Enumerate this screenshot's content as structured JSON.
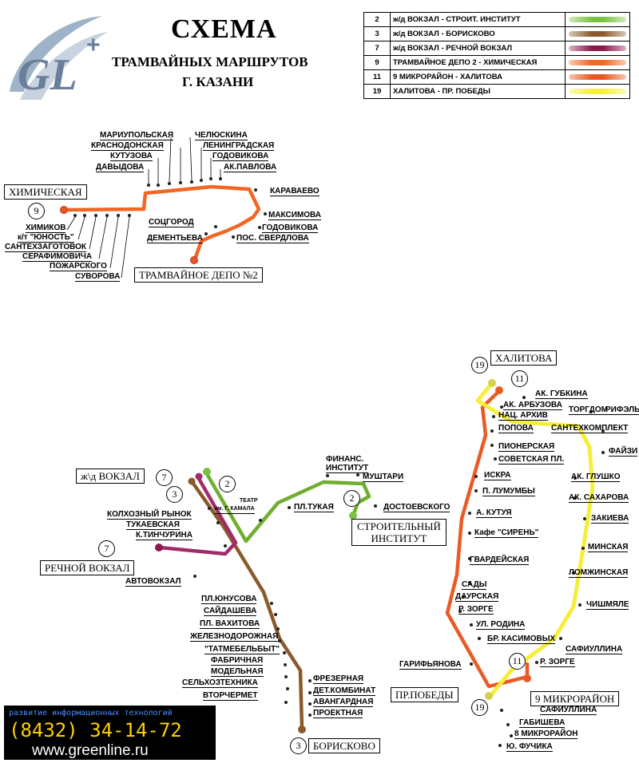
{
  "header": {
    "title": "СХЕМА",
    "subtitle_line1": "ТРАМВАЙНЫХ МАРШРУТОВ",
    "subtitle_line2": "Г. КАЗАНИ",
    "logo_text": "GL",
    "logo_plus": "+"
  },
  "legend": [
    {
      "num": "2",
      "route": "ж/д ВОКЗАЛ - СТРОИТ. ИНСТИТУТ",
      "color": "#7ac143"
    },
    {
      "num": "3",
      "route": "ж/д ВОКЗАЛ - БОРИСКОВО",
      "color": "#8b5a2b"
    },
    {
      "num": "7",
      "route": "ж/д ВОКЗАЛ - РЕЧНОЙ ВОКЗАЛ",
      "color": "#8b1a4a"
    },
    {
      "num": "9",
      "route": "ТРАМВАЙНОЕ ДЕПО 2 - ХИМИЧЕСКАЯ",
      "color": "#f26522"
    },
    {
      "num": "11",
      "route": "9 МИКРОРАЙОН - ХАЛИТОВА",
      "color": "#e8571f"
    },
    {
      "num": "19",
      "route": "ХАЛИТОВА - ПР. ПОБЕДЫ",
      "color": "#f5ee3a"
    }
  ],
  "terminals": {
    "khimicheskaya": "ХИМИЧЕСКАЯ",
    "depo": "ТРАМВАЙНОЕ ДЕПО №2",
    "vokzal": "ж\\д ВОКЗАЛ",
    "rechnoy": "РЕЧНОЙ ВОКЗАЛ",
    "stroit_1": "СТРОИТЕЛЬНЫЙ",
    "stroit_2": "ИНСТИТУТ",
    "boriskovo": "БОРИСКОВО",
    "khalitova": "ХАЛИТОВА",
    "pr_pobedy": "ПР.ПОБЕДЫ",
    "mikro9": "9 МИКРОРАЙОН"
  },
  "route_numbers": {
    "r9": "9",
    "r7a": "7",
    "r3": "3",
    "r2a": "2",
    "r7b": "7",
    "r2b": "2",
    "r3b": "3",
    "r19a": "19",
    "r11a": "11",
    "r11b": "11",
    "r19b": "19"
  },
  "stops_route9": {
    "mariupolskaya": "МАРИУПОЛЬСКАЯ",
    "chelyuskina": "ЧЕЛЮСКИНА",
    "krasnodonskaya": "КРАСНОДОНСКАЯ",
    "leningradskaya": "ЛЕНИНГРАДСКАЯ",
    "kutuzova": "КУТУЗОВА",
    "godovikova_top": "ГОДОВИКОВА",
    "davydova": "ДАВЫДОВА",
    "ak_pavlova": "АК.ПАВЛОВА",
    "karavaevo": "КАРАВАЕВО",
    "maksimova": "МАКСИМОВА",
    "sotsgorod": "СОЦГОРОД",
    "godovikova_bot": "ГОДОВИКОВА",
    "dementyeva": "ДЕМЕНТЬЕВА",
    "pos_sverdlova": "ПОС. СВЕРДЛОВА",
    "khimikov": "ХИМИКОВ",
    "kt_yunost": "к/т \"ЮНОСТЬ\"",
    "santekhzagotovok": "САНТЕХЗАГОТОВОК",
    "serafimovicha": "СЕРАФИМОВИЧА",
    "pozharskogo": "ПОЖАРСКОГО",
    "suvorova": "СУВОРОВА"
  },
  "stops_center": {
    "finans_1": "ФИНАНС.",
    "finans_2": "ИНСТИТУТ",
    "mushtari": "МУШТАРИ",
    "teatr_1": "ТЕАТР",
    "teatr_2": "им. Г. КАМАЛА",
    "pl_tukaya": "ПЛ.ТУКАЯ",
    "dostoevskogo": "ДОСТОЕВСКОГО",
    "kolkhozny": "КОЛХОЗНЫЙ РЫНОК",
    "tukaevskaya": "ТУКАЕВСКАЯ",
    "k_tinchurina": "К.ТИНЧУРИНА",
    "avtovokzal": "АВТОВОКЗАЛ"
  },
  "stops_route3": {
    "yunusova": "ПЛ.ЮНУСОВА",
    "saydasheva": "САЙДАШЕВА",
    "vakhitova": "ПЛ. ВАХИТОВА",
    "zheleznodorozhnaya": "ЖЕЛЕЗНОДОРОЖНАЯ",
    "tatmebelbyt": "\"ТАТМЕБЕЛЬБЫТ\"",
    "fabrichnaya": "ФАБРИЧНАЯ",
    "modelnaya": "МОДЕЛЬНАЯ",
    "selkhoztekhnika": "СЕЛЬХОЗТЕХНИКА",
    "vtorchermet": "ВТОРЧЕРМЕТ",
    "frezernaya": "ФРЕЗЕРНАЯ",
    "det_kombinat": "ДЕТ.КОМБИНАТ",
    "avangardnaya": "АВАНГАРДНАЯ",
    "proektnaya": "ПРОЕКТНАЯ"
  },
  "stops_east": {
    "ak_gubkina": "АК. ГУБКИНА",
    "ak_arbuzova": "АК. АРБУЗОВА",
    "torgdom": "ТОРГДОМ",
    "rifel": "РИФЭЛЬ",
    "nats_arkhiv": "НАЦ. АРХИВ",
    "popova": "ПОПОВА",
    "santekhkomplekt": "САНТЕХКОМПЛЕКТ",
    "pionerskaya": "ПИОНЕРСКАЯ",
    "sovetskaya": "СОВЕТСКАЯ ПЛ.",
    "fayzi": "ФАЙЗИ",
    "iskra": "ИСКРА",
    "ak_glushko": "АК. ГЛУШКО",
    "lumumby": "П. ЛУМУМБЫ",
    "ak_sakharova": "АК. САХАРОВА",
    "a_kutuya": "А. КУТУЯ",
    "zakieva": "ЗАКИЕВА",
    "kafe_siren": "Кафе \"СИРЕНЬ\"",
    "minskaya": "МИНСКАЯ",
    "gvardeyskaya": "ГВАРДЕЙСКАЯ",
    "lomzhinskaya": "ЛОМЖИНСКАЯ",
    "sady": "САДЫ",
    "daurskaya": "ДАУРСКАЯ",
    "chishmyale": "ЧИШМЯЛЕ",
    "r_zorge_1": "Р. ЗОРГЕ",
    "ul_rodina": "УЛ. РОДИНА",
    "br_kasimovykh": "БР. КАСИМОВЫХ",
    "safiullina_1": "САФИУЛЛИНА",
    "garifyanova": "ГАРИФЬЯНОВА",
    "r_zorge_2": "Р. ЗОРГЕ",
    "safiullina_2": "САФИУЛЛИНА",
    "gabisheva": "ГАБИШЕВА",
    "mikro8": "8 МИКРОРАЙОН",
    "yu_fuchika": "Ю. ФУЧИКА"
  },
  "advert": {
    "line1": "развитие информационных технологий",
    "phone": "(8432) 34-14-72",
    "url": "www.greenline.ru"
  }
}
